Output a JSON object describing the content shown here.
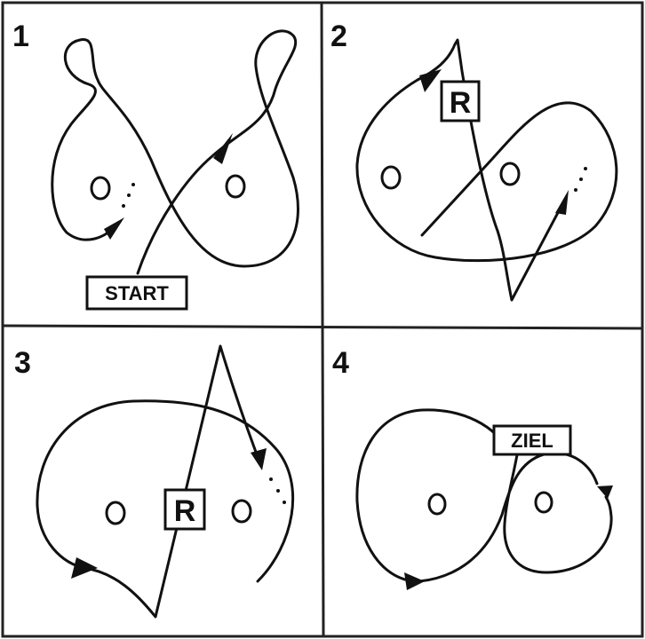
{
  "panels": [
    {
      "number": "1",
      "label": "START"
    },
    {
      "number": "2",
      "label": "R"
    },
    {
      "number": "3",
      "label": "R"
    },
    {
      "number": "4",
      "label": "ZIEL"
    }
  ]
}
